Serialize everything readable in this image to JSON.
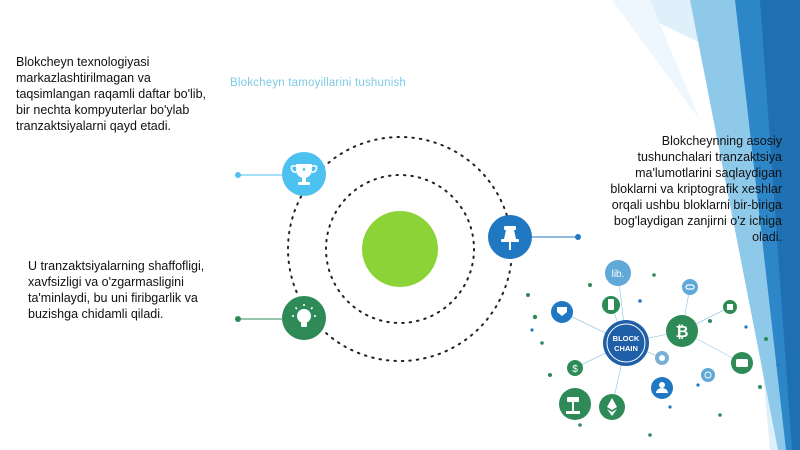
{
  "slide": {
    "heading": "Blokcheyn tamoyillarini tushunish",
    "paragraphs": {
      "top_left": "Blokcheyn texnologiyasi markazlashtirilmagan va taqsimlangan raqamli daftar bo'lib, bir nechta kompyuterlar bo'ylab tranzaktsiyalarni qayd etadi.",
      "bottom_left": "U tranzaktsiyalarning shaffofligi, xavfsizligi va o'zgarmasligini ta'minlaydi, bu uni firibgarlik va buzishga chidamli qiladi.",
      "right": "Blokcheynning asosiy tushunchalari tranzaktsiya ma'lumotlarini saqlaydigan bloklarni va kriptografik xeshlar orqali ushbu bloklarni bir-biriga bog'laydigan zanjirni o'z ichiga oladi."
    },
    "icons": {
      "top": "trophy-icon",
      "right": "pushpin-icon",
      "bottom": "lightbulb-icon"
    },
    "illustration": {
      "badge": "BLOCK CHAIN",
      "lib_label": "lib."
    },
    "colors": {
      "cup": "#4dc1ef",
      "pin": "#1f78c1",
      "bulb": "#2e8b57",
      "center": "#8cd337",
      "heading": "#7ecbe6",
      "panel_dark": "#1f6fb3",
      "panel_light": "#bfe3f5"
    }
  }
}
